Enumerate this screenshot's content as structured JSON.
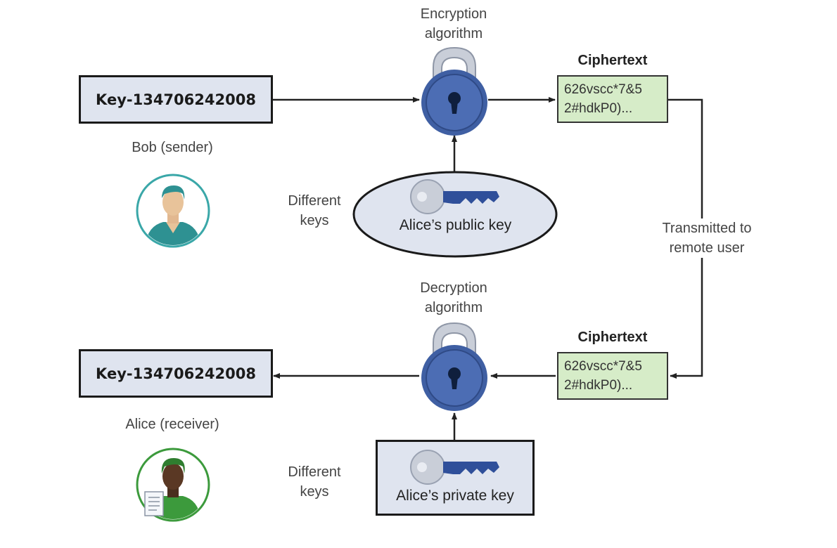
{
  "top": {
    "key_box": "Key-134706242008",
    "sender_label": "Bob (sender)",
    "algorithm_label": [
      "Encryption",
      "algorithm"
    ],
    "ciphertext_title": "Ciphertext",
    "ciphertext_lines": [
      "626vscc*7&5",
      "2#hdkP0)..."
    ],
    "different_keys": [
      "Different",
      "keys"
    ],
    "key_name": "Alice’s public key"
  },
  "middle": {
    "transmitted": [
      "Transmitted to",
      "remote user"
    ]
  },
  "bottom": {
    "key_box": "Key-134706242008",
    "receiver_label": "Alice (receiver)",
    "algorithm_label": [
      "Decryption",
      "algorithm"
    ],
    "ciphertext_title": "Ciphertext",
    "ciphertext_lines": [
      "626vscc*7&5",
      "2#hdkP0)..."
    ],
    "different_keys": [
      "Different",
      "keys"
    ],
    "key_name": "Alice’s private key"
  },
  "colors": {
    "lock_body": "#3f5fa3",
    "lock_shackle": "#c9ced8",
    "cipher_fill": "#d6ecc8",
    "key_fill": "#dfe4ef",
    "bob_accent": "#3aa7a8",
    "alice_accent": "#3c9a3c"
  },
  "icons": [
    "padlock-icon",
    "key-icon",
    "person-avatar-icon",
    "document-icon"
  ]
}
